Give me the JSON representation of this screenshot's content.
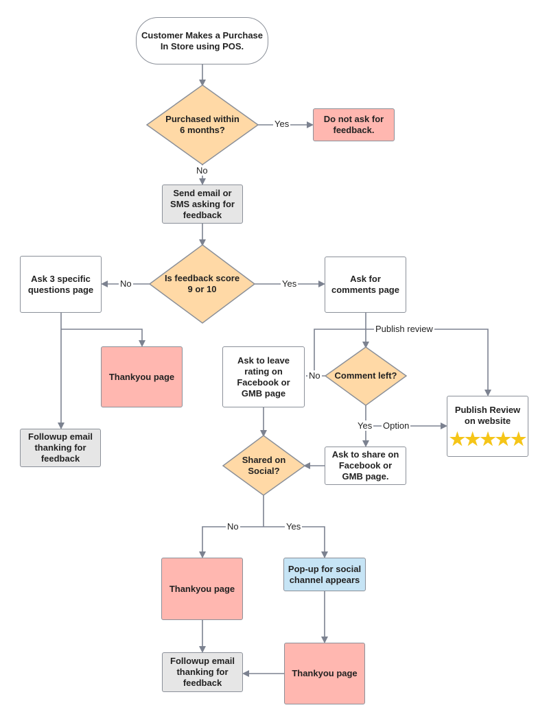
{
  "nodes": {
    "start": "Customer Makes a Purchase\nIn Store using POS.",
    "purchased_within": "Purchased within\n6 months?",
    "do_not_ask": "Do not ask for\nfeedback.",
    "send_email": "Send email or\nSMS asking for\nfeedback",
    "feedback_score": "Is feedback score\n9 or 10",
    "ask_3_questions": "Ask 3 specific\nquestions page",
    "ask_comments": "Ask for\ncomments page",
    "thankyou_1": "Thankyou page",
    "followup_1": "Followup email\nthanking for\nfeedback",
    "ask_leave_rating": "Ask to leave\nrating on\nFacebook or\nGMB page",
    "comment_left": "Comment left?",
    "publish_review": "Publish Review\non website",
    "stars": "★★★★★",
    "shared_social": "Shared on\nSocial?",
    "ask_share": "Ask to share on\nFacebook or\nGMB page.",
    "thankyou_2": "Thankyou page",
    "popup_social": "Pop-up for social\nchannel appears",
    "followup_2": "Followup email\nthanking for\nfeedback",
    "thankyou_3": "Thankyou page"
  },
  "edges": {
    "yes_1": "Yes",
    "no_1": "No",
    "no_2": "No",
    "yes_2": "Yes",
    "publish_review": "Publish review",
    "no_3": "No",
    "yes_3": "Yes",
    "option": "Option",
    "no_4": "No",
    "yes_4": "Yes"
  },
  "colors": {
    "diamond": "#ffd9a6",
    "pink": "#ffb7b0",
    "grey": "#e6e6e6",
    "blue": "#c6e4f5",
    "line": "#7c8290",
    "star": "#f5c518"
  }
}
